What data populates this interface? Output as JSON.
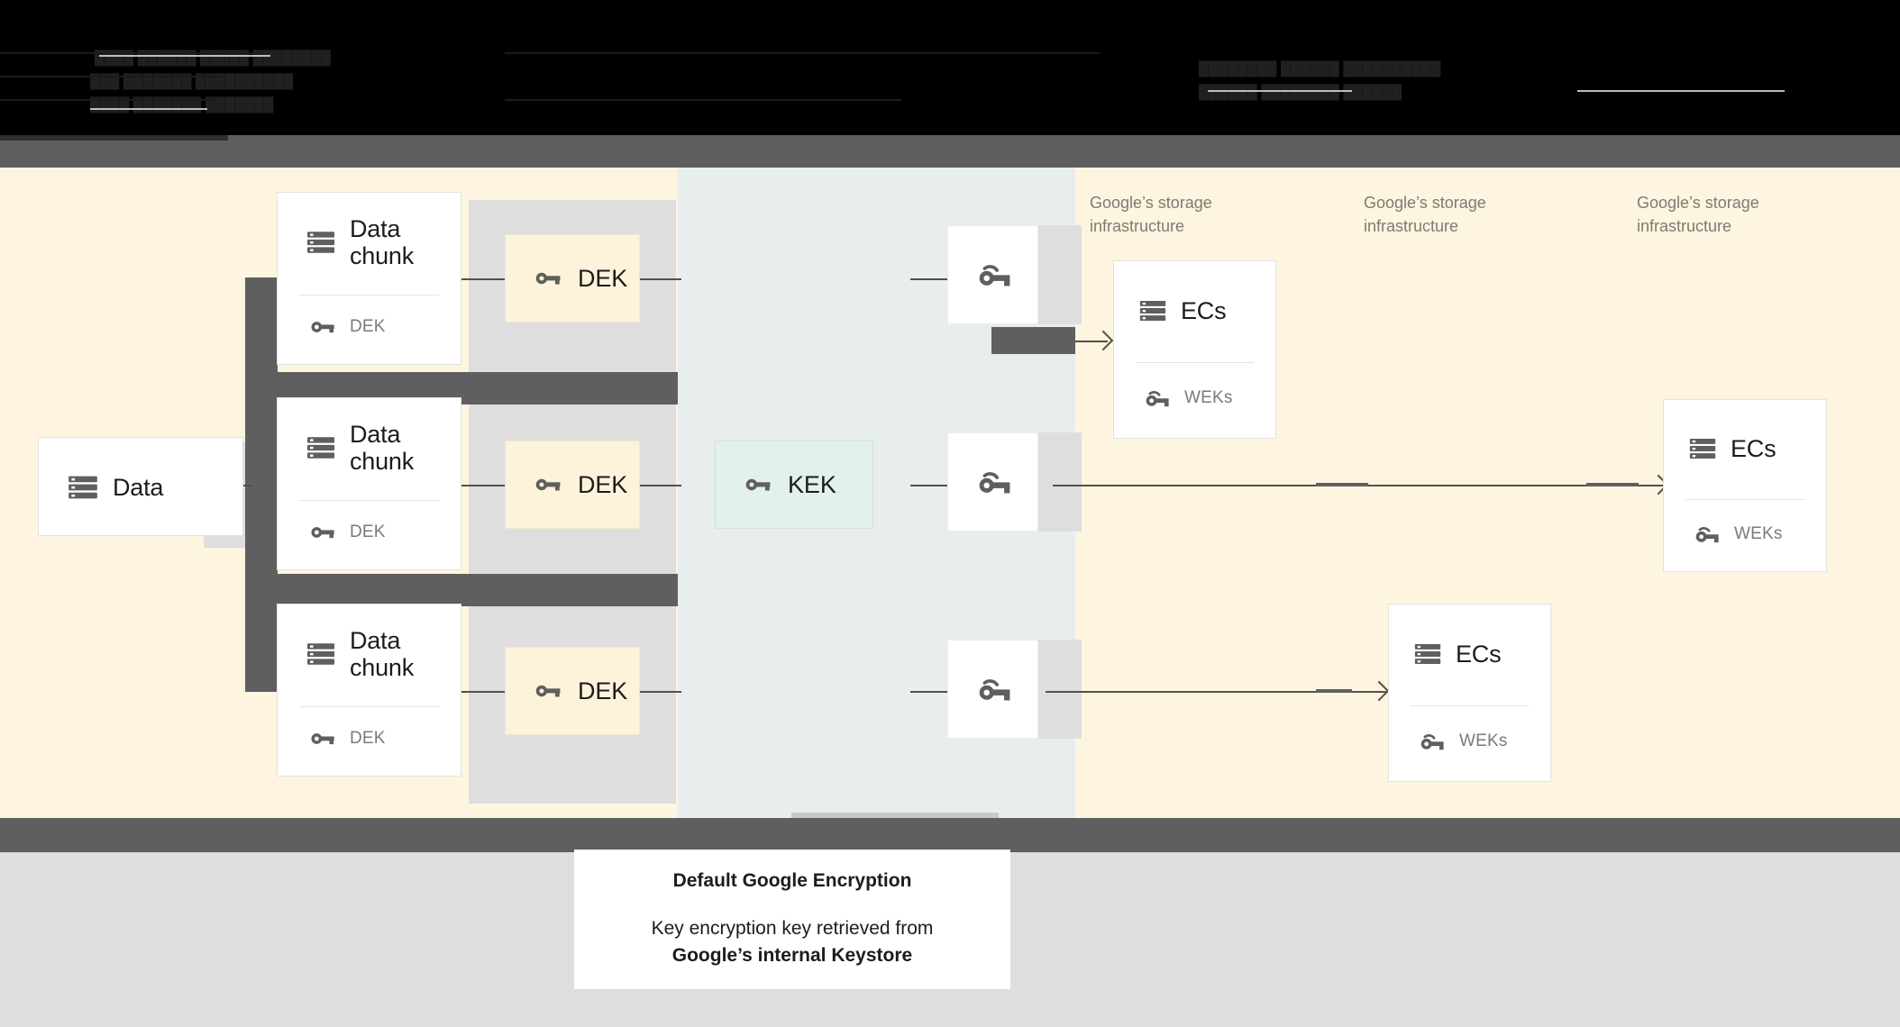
{
  "header": {
    "obscured": true,
    "note": "Low-contrast dark-on-black text, illegible",
    "lines": [
      "████  ██████  █████  ████████",
      "███  ███████  ██████████",
      "████  ███████  ███████"
    ],
    "right_lines": [
      "████████  ██████  ██████████",
      "██████  ████████  ██████"
    ]
  },
  "source": {
    "title": "Data",
    "icon": "server-icon"
  },
  "chunks": [
    {
      "title_line1": "Data",
      "title_line2": "chunk",
      "key_label": "DEK"
    },
    {
      "title_line1": "Data",
      "title_line2": "chunk",
      "key_label": "DEK"
    },
    {
      "title_line1": "Data",
      "title_line2": "chunk",
      "key_label": "DEK"
    }
  ],
  "deks": [
    {
      "label": "DEK"
    },
    {
      "label": "DEK"
    },
    {
      "label": "DEK"
    }
  ],
  "kek": {
    "label": "KEK"
  },
  "wrapped_keys": [
    {
      "icon": "wrapped-key-icon"
    },
    {
      "icon": "wrapped-key-icon"
    },
    {
      "icon": "wrapped-key-icon"
    }
  ],
  "storage": {
    "infra_label_line1": "Google’s storage",
    "infra_label_line2": "infrastructure",
    "columns": [
      {
        "ec_label": "ECs",
        "wek_label": "WEKs"
      },
      {
        "ec_label": "ECs",
        "wek_label": "WEKs"
      },
      {
        "ec_label": "ECs",
        "wek_label": "WEKs"
      }
    ]
  },
  "caption": {
    "title": "Default Google Encryption",
    "body_line1": "Key encryption key retrieved from",
    "body_line2": "Google’s internal Keystore"
  },
  "colors": {
    "cream": "#fdf5e0",
    "mid_blue_gray": "#e8edee",
    "dark_bar": "#5f5f5f",
    "gray_band": "#dedede",
    "dek_fill": "#fdf3db",
    "kek_fill": "#e2f1ea",
    "icon_gray": "#5f5f5f",
    "line": "#55504c",
    "label_gray": "#7d7a72"
  }
}
